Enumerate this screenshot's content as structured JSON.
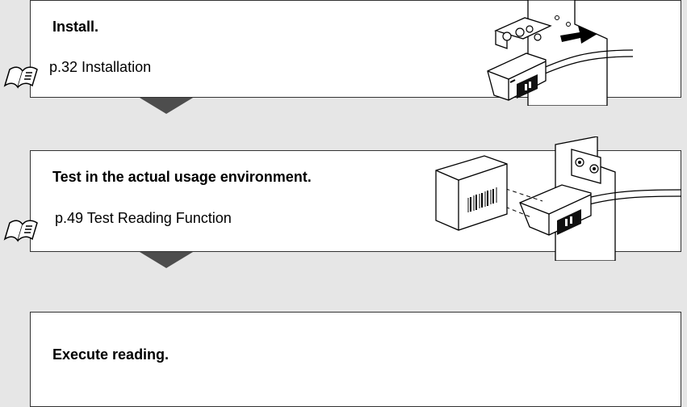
{
  "steps": [
    {
      "title": "Install.",
      "reference": "p.32 Installation",
      "icon": "manual-book-icon"
    },
    {
      "title": "Test in the actual usage environment.",
      "reference": "p.49 Test Reading Function",
      "icon": "manual-book-icon"
    },
    {
      "title": "Execute reading."
    }
  ],
  "colors": {
    "background": "#e6e6e6",
    "box_fill": "#ffffff",
    "box_border": "#333333",
    "arrow": "#4d4d4d"
  }
}
